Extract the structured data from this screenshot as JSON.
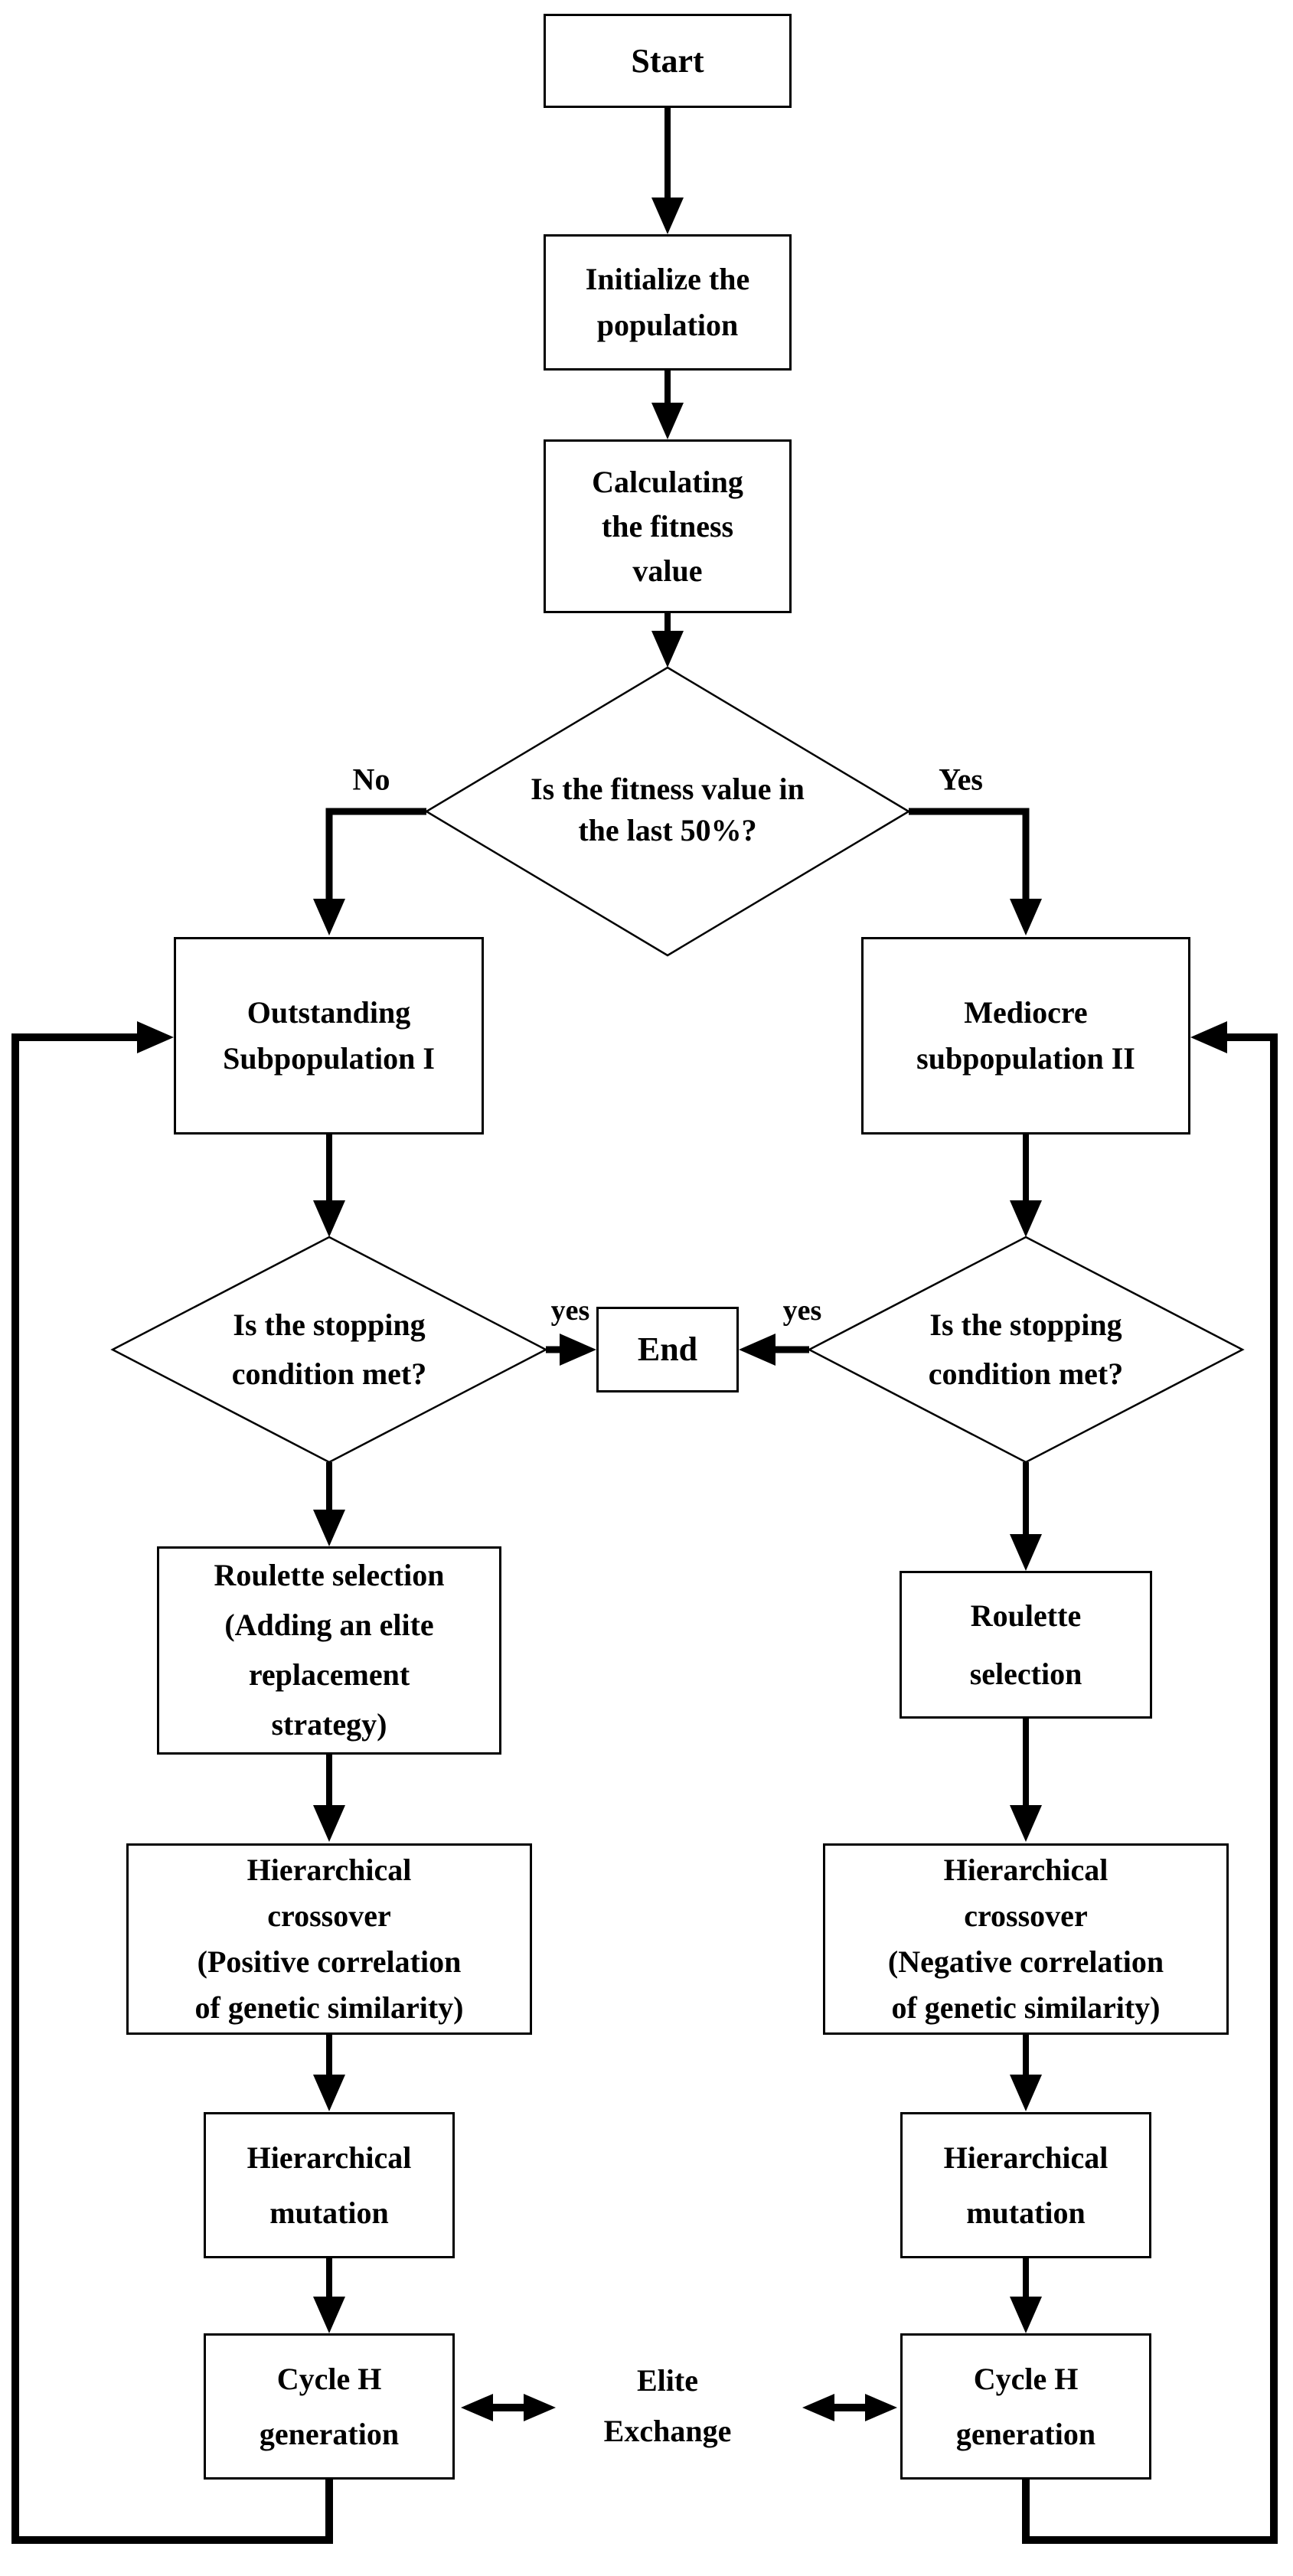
{
  "diagram": {
    "nodes": {
      "start": {
        "label": "Start"
      },
      "initialize": {
        "label": "Initialize the\npopulation"
      },
      "calculate_fitness": {
        "label": "Calculating\nthe fitness\nvalue"
      },
      "fitness_decision": {
        "label": "Is the fitness value in\nthe last 50%?"
      },
      "outstanding": {
        "label": "Outstanding\nSubpopulation I"
      },
      "mediocre": {
        "label": "Mediocre\nsubpopulation II"
      },
      "stopping_left": {
        "label": "Is the stopping\ncondition met?"
      },
      "stopping_right": {
        "label": "Is the stopping\ncondition met?"
      },
      "end": {
        "label": "End"
      },
      "roulette_left": {
        "label": "Roulette selection\n(Adding an elite\nreplacement\nstrategy)"
      },
      "roulette_right": {
        "label": "Roulette\nselection"
      },
      "crossover_left": {
        "label": "Hierarchical\ncrossover\n(Positive correlation\nof genetic similarity)"
      },
      "crossover_right": {
        "label": "Hierarchical\ncrossover\n(Negative correlation\nof genetic similarity)"
      },
      "mutation_left": {
        "label": "Hierarchical\nmutation"
      },
      "mutation_right": {
        "label": "Hierarchical\nmutation"
      },
      "cycle_left": {
        "label": "Cycle H\ngeneration"
      },
      "cycle_right": {
        "label": "Cycle H\ngeneration"
      }
    },
    "edge_labels": {
      "no": "No",
      "yes": "Yes",
      "yes_left": "yes",
      "yes_right": "yes"
    },
    "annotations": {
      "elite_exchange": "Elite\nExchange"
    },
    "colors": {
      "ink": "#000000",
      "background": "#ffffff"
    }
  }
}
